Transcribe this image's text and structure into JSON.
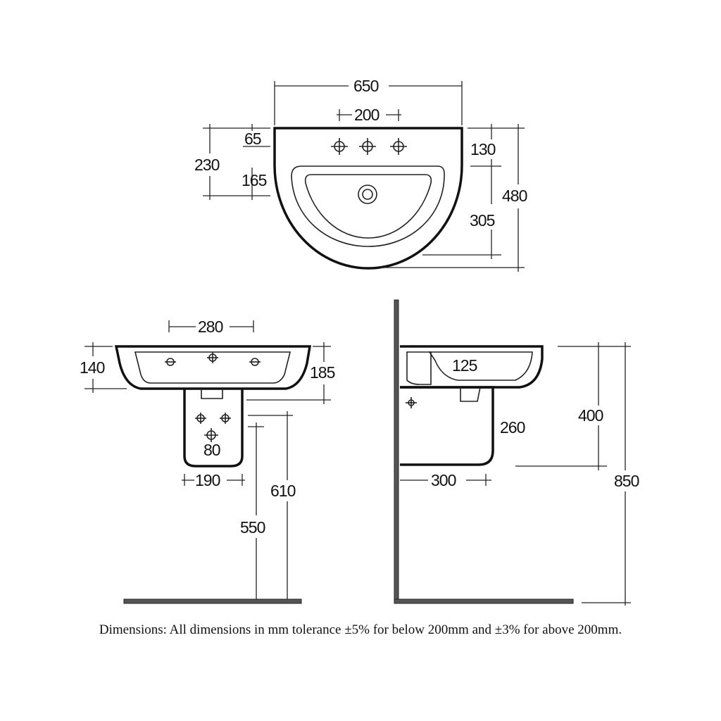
{
  "colors": {
    "line": "#111111",
    "floor": "#555555",
    "background": "#ffffff"
  },
  "plan_view": {
    "overall_width": "650",
    "tap_hole_spacing": "200",
    "back_to_tap": "65",
    "tap_to_bowl": "165",
    "back_to_bowl": "230",
    "back_to_centre": "130",
    "centre_to_front": "305",
    "overall_depth": "480"
  },
  "front_view": {
    "fixing_centres": "280",
    "rim_depth": "140",
    "basin_height": "185",
    "pedestal_hole": "80",
    "pedestal_width": "190",
    "floor_to_pedestal": "610",
    "floor_to_fixing": "550"
  },
  "side_view": {
    "waste_offset": "125",
    "pedestal_depth": "260",
    "basin_height_above_pedestal": "400",
    "wall_to_pedestal": "300",
    "floor_to_rim": "850"
  },
  "footnote": "Dimensions: All dimensions in mm tolerance ±5% for below 200mm and ±3% for above 200mm."
}
